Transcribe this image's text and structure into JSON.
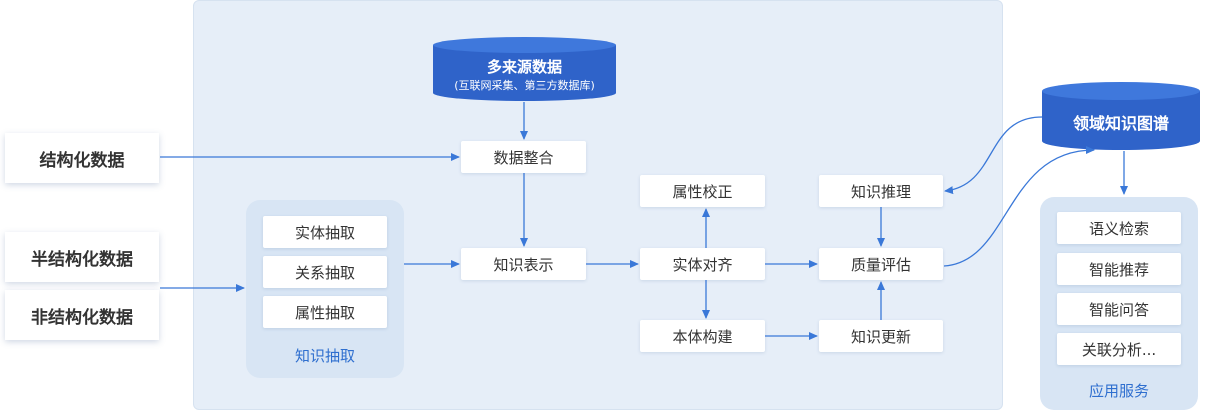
{
  "sources": {
    "structured": "结构化数据",
    "semi_structured": "半结构化数据",
    "unstructured": "非结构化数据"
  },
  "multi_source": {
    "title": "多来源数据",
    "subtitle": "(互联网采集、第三方数据库)"
  },
  "nodes": {
    "integration": "数据整合",
    "representation": "知识表示",
    "entity_alignment": "实体对齐",
    "attribute_check": "属性校正",
    "ontology": "本体构建",
    "reasoning": "知识推理",
    "quality": "质量评估",
    "update": "知识更新"
  },
  "extraction": {
    "title": "知识抽取",
    "items": [
      "实体抽取",
      "关系抽取",
      "属性抽取"
    ]
  },
  "domain_kg": {
    "title": "领域知识图谱"
  },
  "services": {
    "title": "应用服务",
    "items": [
      "语义检索",
      "智能推荐",
      "智能问答",
      "关联分析..."
    ]
  },
  "colors": {
    "arrow": "#3a78d8",
    "cylinder": "#2f63c9",
    "panel": "#e6eef8",
    "group": "#d8e5f4",
    "accent_text": "#2f6fcf"
  }
}
